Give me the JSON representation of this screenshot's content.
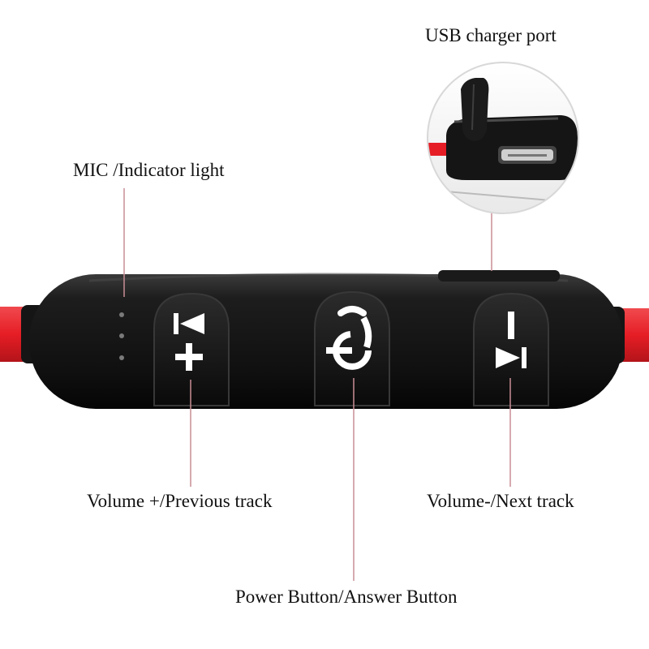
{
  "labels": {
    "usb_port": "USB charger port",
    "mic_indicator": "MIC /Indicator light",
    "volume_up_prev": "Volume +/Previous track",
    "volume_down_next": "Volume-/Next track",
    "power_answer": "Power Button/Answer Button"
  },
  "colors": {
    "body": "#161616",
    "cable_red": "#e8232a",
    "button_face": "#0e0e0e",
    "glyph": "#ffffff",
    "leader_line": "#c98e96"
  },
  "icons": {
    "left_button": "prev-track-volume-up-icon",
    "center_button": "power-icon",
    "right_button": "next-track-volume-down-icon"
  }
}
